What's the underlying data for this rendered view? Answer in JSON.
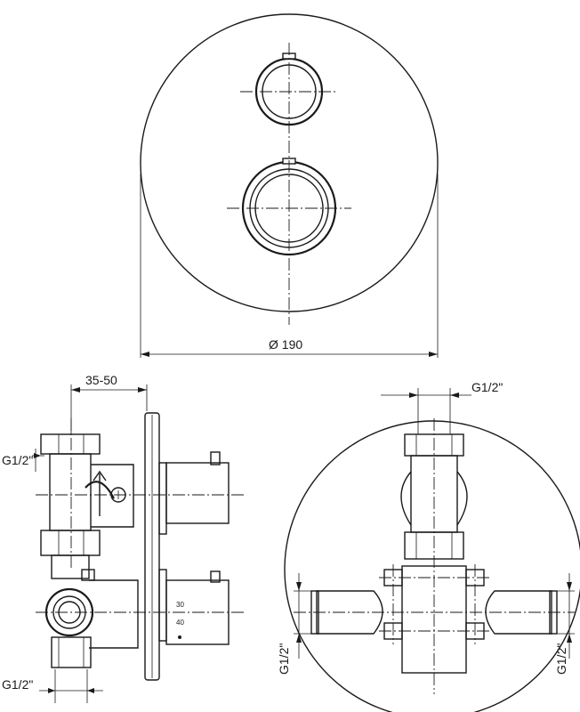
{
  "front_view": {
    "diameter_label": "Ø 190"
  },
  "side_view": {
    "depth_label": "35-50",
    "top_thread_label": "G1/2\"",
    "bottom_thread_label": "G1/2\"",
    "scale_marks": [
      "30",
      "40"
    ]
  },
  "rear_view": {
    "top_thread_label": "G1/2\"",
    "left_thread_label": "G1/2\"",
    "right_thread_label": "G1/2\""
  }
}
